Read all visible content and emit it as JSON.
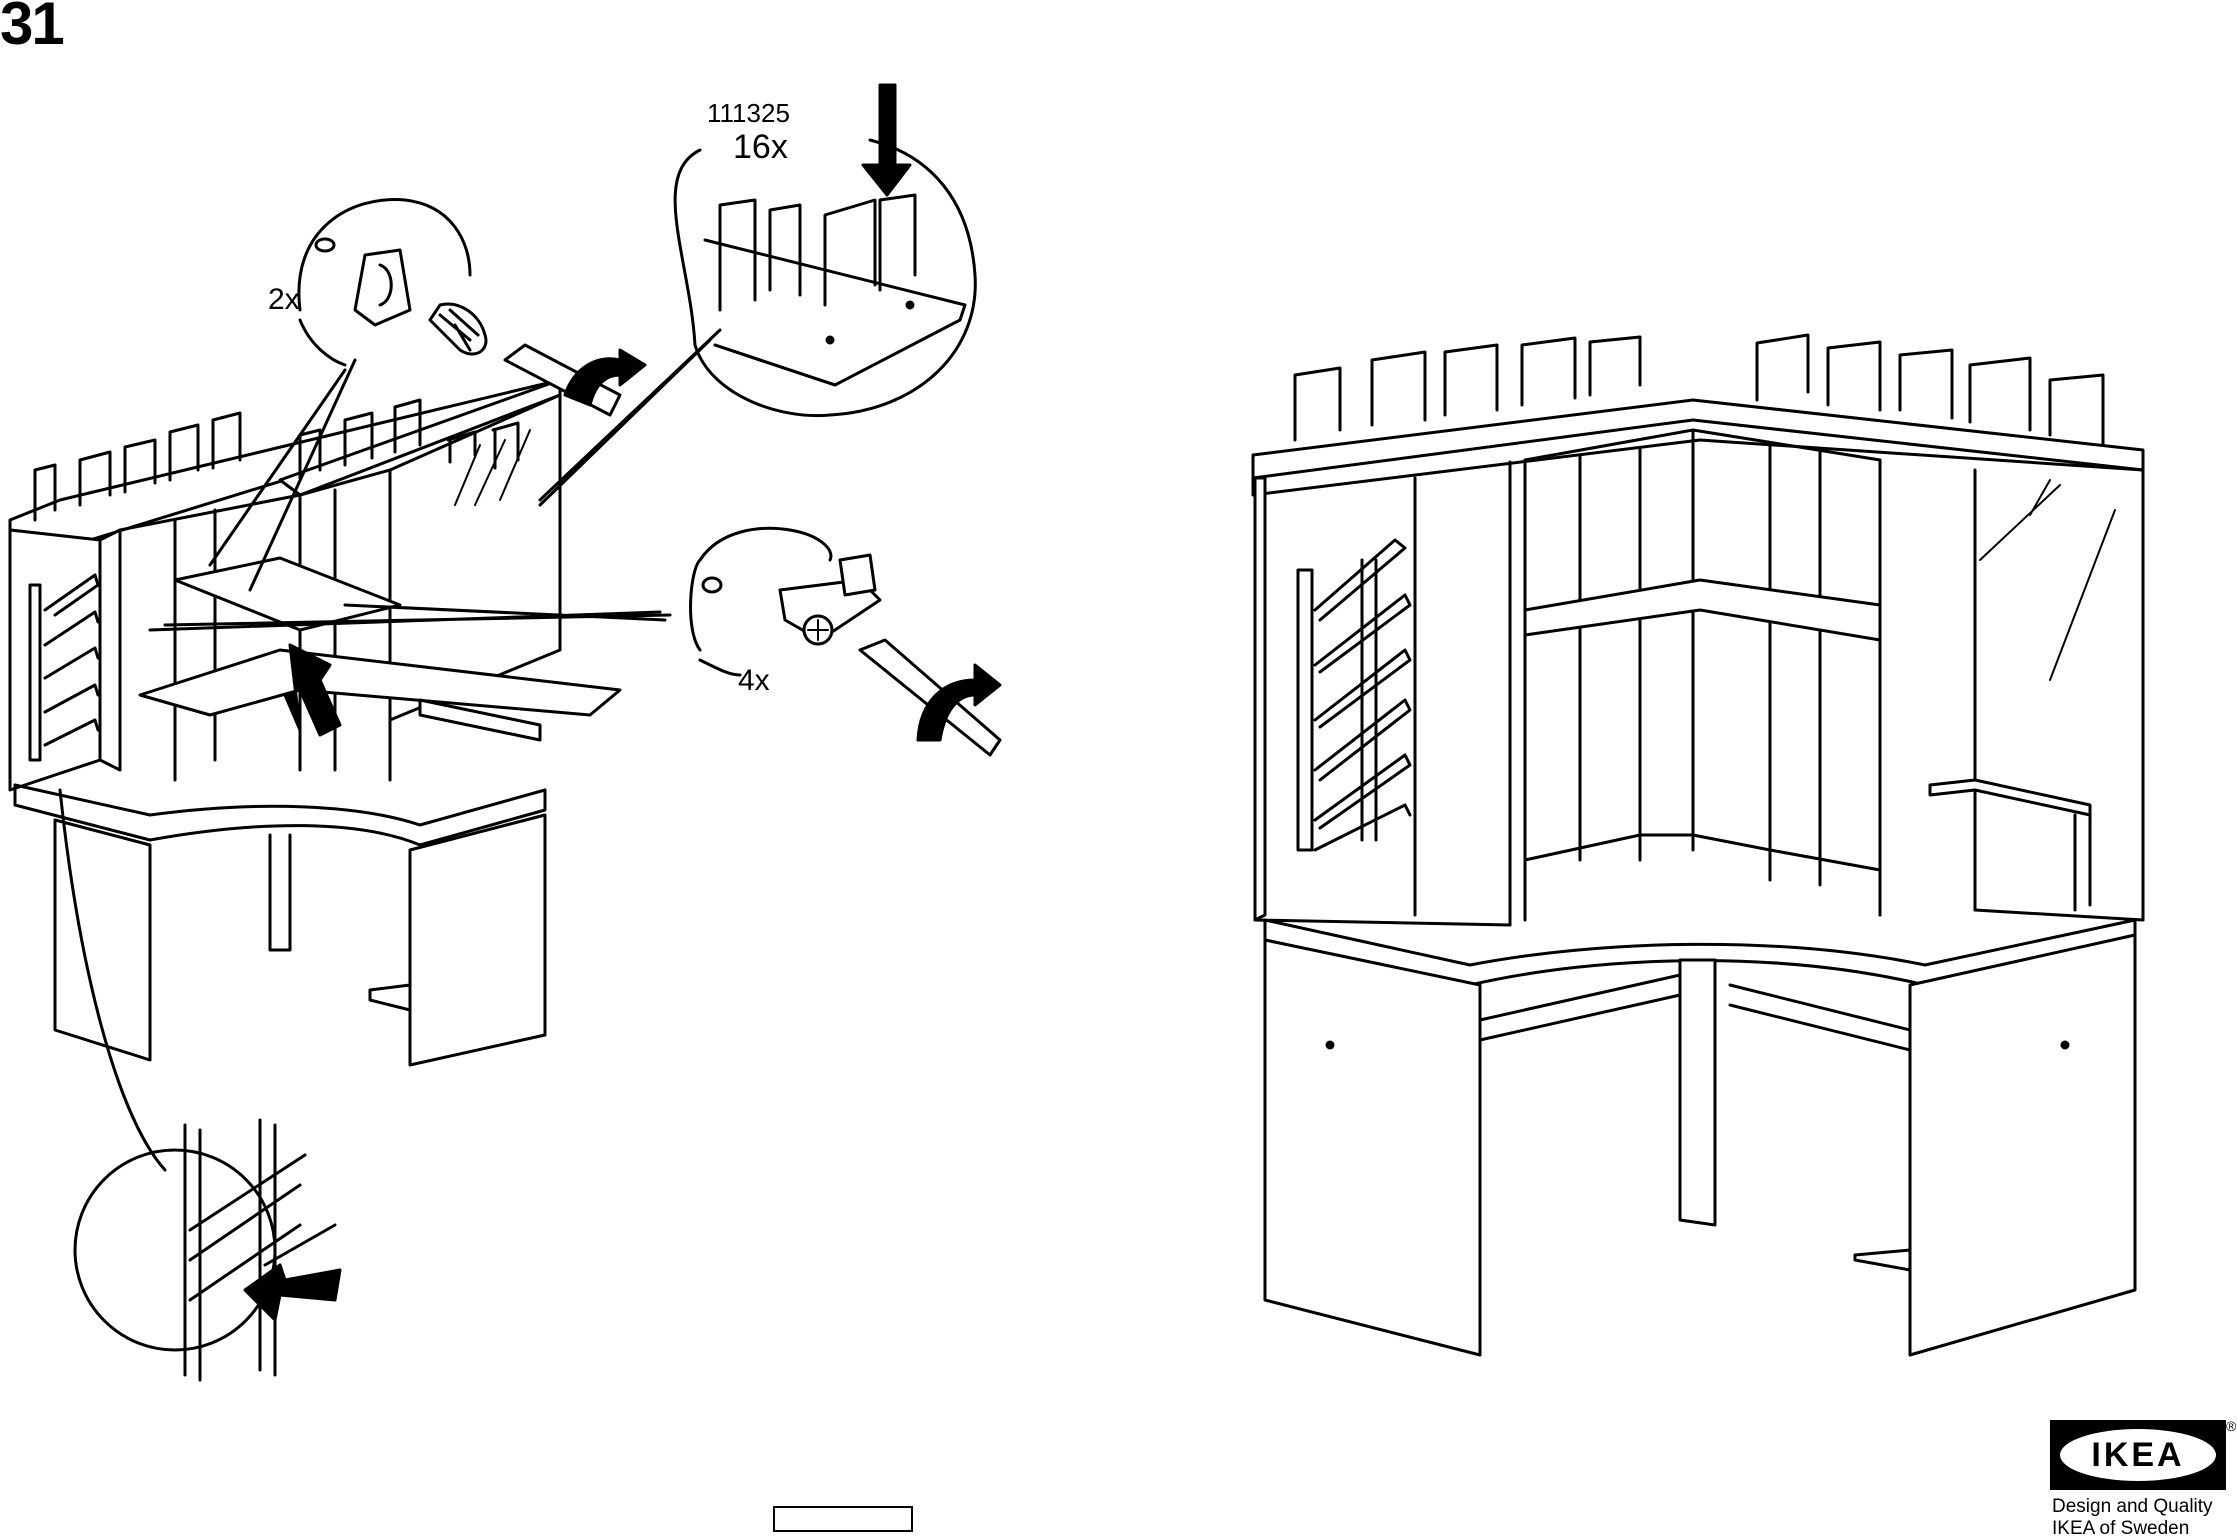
{
  "step": {
    "number": "31"
  },
  "callouts": {
    "part_number": "111325",
    "wire_quantity": "16x",
    "screw_quantity": "2x",
    "shelf_pin_quantity": "4x"
  },
  "brand": {
    "logo_text": "IKEA",
    "registered": "®",
    "tagline_line1": "Design and Quality",
    "tagline_line2": "IKEA of Sweden"
  },
  "colors": {
    "ink": "#000000",
    "paper": "#ffffff"
  }
}
